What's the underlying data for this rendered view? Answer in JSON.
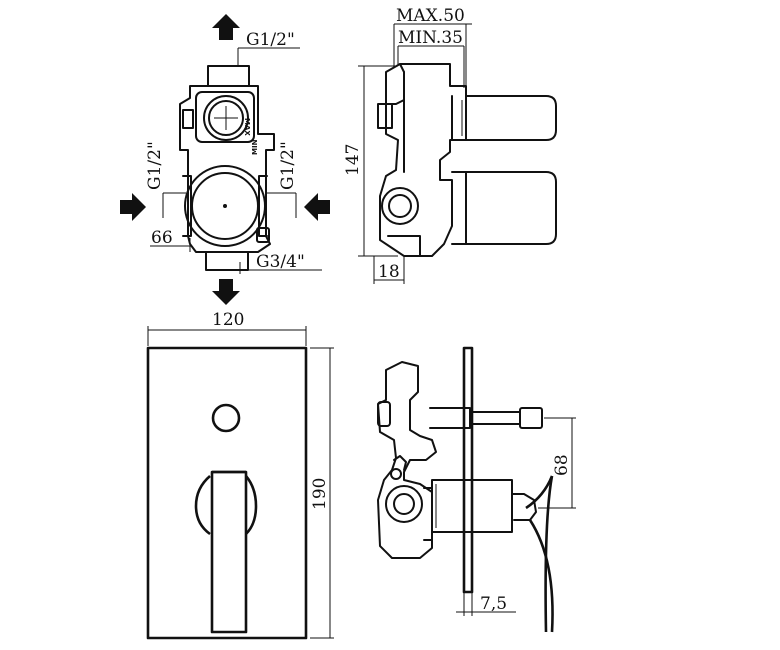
{
  "labels": {
    "top_thread": "G1/2\"",
    "max_depth": "MAX.50",
    "min_depth": "MIN.35",
    "left_thread": "G1/2\"",
    "right_thread": "G1/2\"",
    "depth_147": "147",
    "dim_66": "66",
    "bottom_thread": "G3/4\"",
    "dim_18": "18",
    "plate_width": "120",
    "plate_height": "190",
    "dim_68": "68",
    "dim_7_5": "7,5",
    "valve_max": "MAX",
    "valve_min": "MIN"
  }
}
